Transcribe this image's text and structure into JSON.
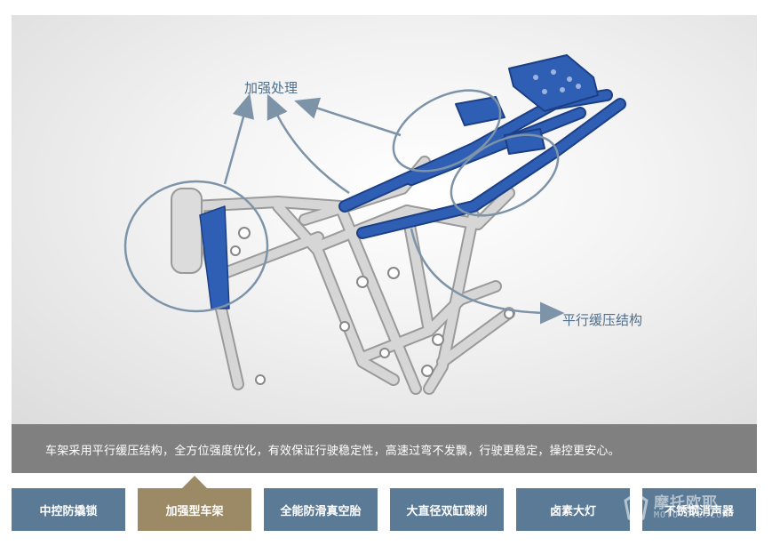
{
  "callouts": {
    "reinforce": "加强处理",
    "parallel": "平行缓压结构"
  },
  "caption": "车架采用平行缓压结构，全方位强度优化，有效保证行驶稳定性，高速过弯不发飘，行驶更稳定，操控更安心。",
  "tabs": [
    {
      "label": "中控防撬锁"
    },
    {
      "label": "加强型车架",
      "active": true
    },
    {
      "label": "全能防滑真空胎"
    },
    {
      "label": "大直径双缸碟刹"
    },
    {
      "label": "卤素大灯"
    },
    {
      "label": "不锈钢消声器"
    }
  ],
  "watermark": {
    "main": "摩托欧耶",
    "sub": "MOTO-OYE.COM"
  },
  "colors": {
    "frame_blue": "#2e5fb5",
    "frame_gray": "#d2d2d2",
    "callout_blue": "#4e6f8e",
    "tab_blue": "#5b7a96",
    "tab_active": "#9c8a66",
    "caption_bg": "#808080"
  },
  "icons": [
    "frame-illustration",
    "highlight-circle",
    "callout-arrow",
    "watermark-logo-icon"
  ]
}
